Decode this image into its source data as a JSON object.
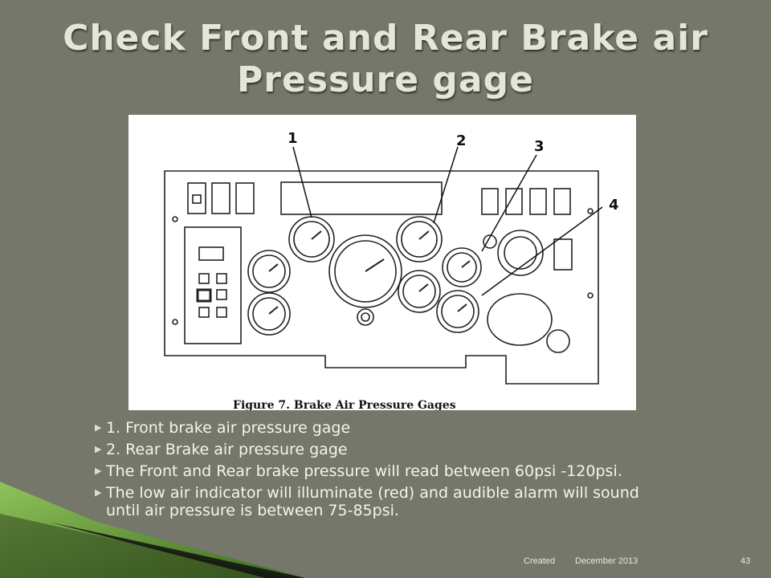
{
  "title": "Check Front and Rear Brake air Pressure gage",
  "figure": {
    "callouts": [
      "1",
      "2",
      "3",
      "4"
    ],
    "caption": "Figure 7. Brake Air Pressure Gages"
  },
  "bullets": [
    "1. Front brake air pressure gage",
    "2. Rear Brake air pressure gage",
    "The Front and Rear brake pressure will read between 60psi -120psi.",
    "The low air indicator will illuminate (red) and audible alarm will sound until air pressure is between 75-85psi."
  ],
  "footer": {
    "created": "Created",
    "date": "December 2013",
    "page": "43"
  },
  "colors": {
    "background": "#75776a",
    "accent_green": "#6b9a3c",
    "text": "#f4f4ec"
  }
}
